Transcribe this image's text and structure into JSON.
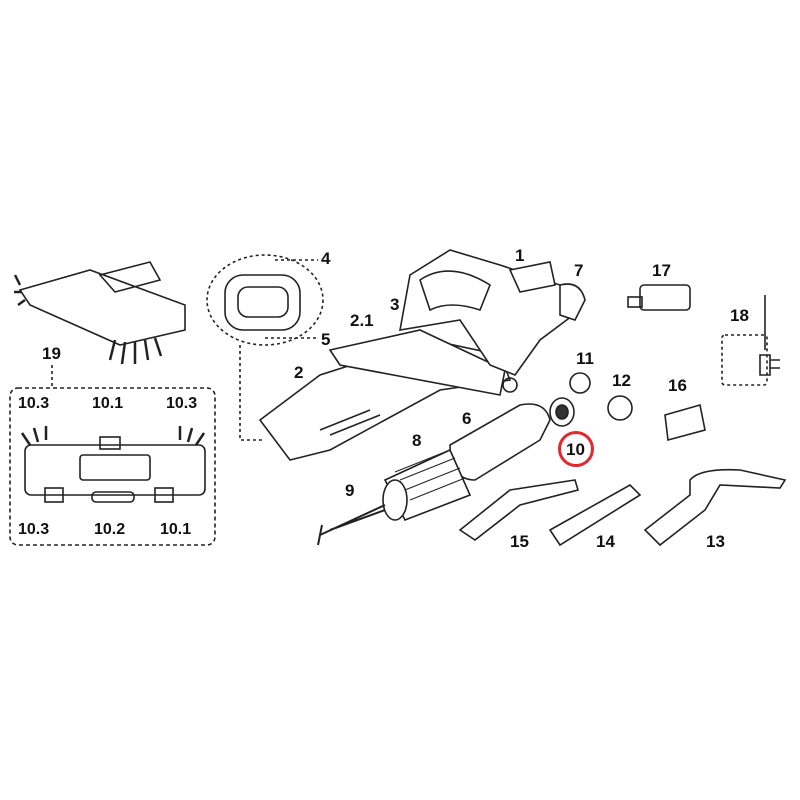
{
  "accent_color": "#e0282e",
  "labels": {
    "p1": "1",
    "p2": "2",
    "p2_1": "2.1",
    "p3": "3",
    "p4": "4",
    "p5": "5",
    "p6": "6",
    "p7": "7",
    "p8": "8",
    "p9": "9",
    "p10": "10",
    "p11": "11",
    "p12": "12",
    "p13": "13",
    "p14": "14",
    "p15": "15",
    "p16": "16",
    "p17": "17",
    "p18": "18",
    "p19": "19"
  },
  "inset_labels": {
    "top_left": "10.3",
    "top_mid": "10.1",
    "top_right": "10.3",
    "bot_left": "10.3",
    "bot_mid": "10.2",
    "bot_right": "10.1"
  },
  "highlighted_part": "10"
}
